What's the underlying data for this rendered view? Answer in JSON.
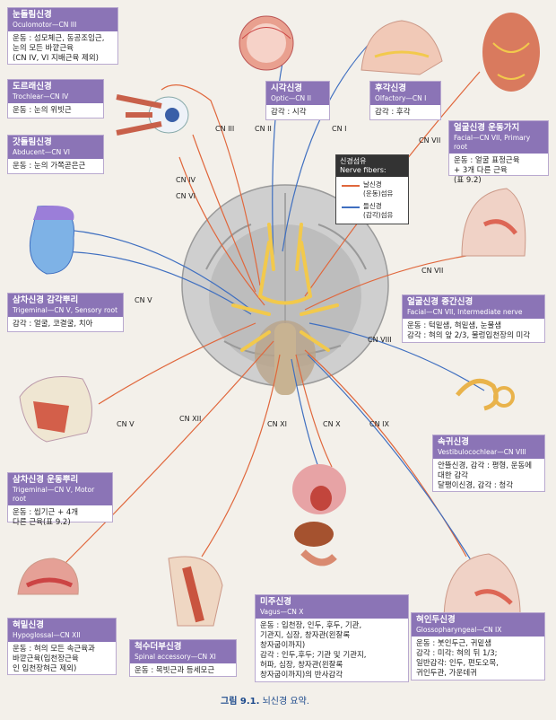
{
  "colors": {
    "motor": "#e0673c",
    "sensory": "#3f6fc0",
    "header": "#8b74b6",
    "nerve": "#f2c94c"
  },
  "cards": {
    "oculomotor": {
      "title": "눈돌림신경",
      "subtitle": "Oculomotor—CN III",
      "body": "운동 : 섬모체근, 동공조임근,\n눈의 모든 바깥근육\n(CN IV, VI 지배근육 제외)"
    },
    "trochlear": {
      "title": "도르래신경",
      "subtitle": "Trochlear—CN IV",
      "body": "운동 : 눈의 위빗근"
    },
    "abducent": {
      "title": "갓돌림신경",
      "subtitle": "Abducent—CN VI",
      "body": "운동 : 눈의 가쪽곧은근"
    },
    "optic": {
      "title": "시각신경",
      "subtitle": "Optic—CN II",
      "body": "감각 : 시각"
    },
    "olfactory": {
      "title": "후각신경",
      "subtitle": "Olfactory—CN I",
      "body": "감각 : 후각"
    },
    "facial_motor": {
      "title": "얼굴신경 운동가지",
      "subtitle": "Facial—CN VII, Primary root",
      "body": "운동 : 얼굴 표정근육\n+ 3개 다른 근육\n(표 9.2)"
    },
    "trigeminal_sensory": {
      "title": "삼차신경 감각뿌리",
      "subtitle": "Trigeminal—CN V, Sensory root",
      "body": "감각 : 얼굴, 코결굴, 치아"
    },
    "facial_intermediate": {
      "title": "얼굴신경 중간신경",
      "subtitle": "Facial—CN VII, Intermediate nerve",
      "body": "운동 : 턱밑샘, 혀밑샘, 눈물샘\n감각 : 혀의 앞 2/3, 물렁입천장의 미각"
    },
    "vestibulocochlear": {
      "title": "속귀신경",
      "subtitle": "Vestibulocochlear—CN VIII",
      "body": "안뜰신경, 감각 : 평형, 운동에\n대한 감각\n달팽이신경, 감각 : 청각"
    },
    "trigeminal_motor": {
      "title": "삼차신경 운동뿌리",
      "subtitle": "Trigeminal—CN V, Motor root",
      "body": "운동 : 씹기근 + 4개\n다른 근육(표 9.2)"
    },
    "hypoglossal": {
      "title": "혀밑신경",
      "subtitle": "Hypoglossal—CN XII",
      "body": "운동 : 혀의 모든 속근육과\n바깥근육(입천장근육\n인 입천장혀근 제외)"
    },
    "spinal_accessory": {
      "title": "척수더부신경",
      "subtitle": "Spinal accessory—CN XI",
      "body": "운동 : 목빗근과 등세모근"
    },
    "vagus": {
      "title": "미주신경",
      "subtitle": "Vagus—CN X",
      "body": "운동 : 입천장, 인두, 후두, 기관,\n기관지, 심장, 창자관(왼잘록\n창자굽이까지)\n감각 : 인두,후두; 기관 및 기관지,\n허파, 심장, 창자관(왼잘록\n창자굽이까지)의 반사감각"
    },
    "glossopharyngeal": {
      "title": "혀인두신경",
      "subtitle": "Glossopharyngeal—CN IX",
      "body": "운동 : 붓인두근, 귀밑샘\n감각 : 미각: 혀의 뒤 1/3;\n일반감각: 인두, 편도오목,\n귀인두관, 가운데귀"
    }
  },
  "legend": {
    "title_ko": "신경섬유",
    "title_en": "Nerve fibers:",
    "motor": "날신경\n(운동)섬유",
    "sensory": "들신경\n(감각)섬유"
  },
  "labels": {
    "cn3": "CN III",
    "cn2": "CN II",
    "cn1": "CN I",
    "cn7_top": "CN VII",
    "cn4": "CN IV",
    "cn6": "CN VI",
    "cn5_top": "CN V",
    "cn7_mid": "CN VII",
    "cn8": "CN VIII",
    "cn5_bot": "CN V",
    "cn12": "CN XII",
    "cn11": "CN XI",
    "cn10": "CN X",
    "cn9": "CN IX"
  },
  "caption": {
    "number": "그림 9.1.",
    "text": "뇌신경 요약."
  }
}
